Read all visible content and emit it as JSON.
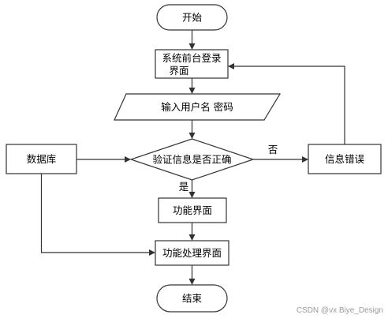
{
  "flow": {
    "start": "开始",
    "login_line1": "系统前台登录",
    "login_line2": "界面",
    "input": "输入用户名 密码",
    "check": "验证信息是否正确",
    "database": "数据库",
    "error": "信息错误",
    "no_label": "否",
    "yes_label": "是",
    "function": "功能界面",
    "process": "功能处理界面",
    "end": "结束"
  },
  "watermark": "CSDN @vx Biye_Design"
}
